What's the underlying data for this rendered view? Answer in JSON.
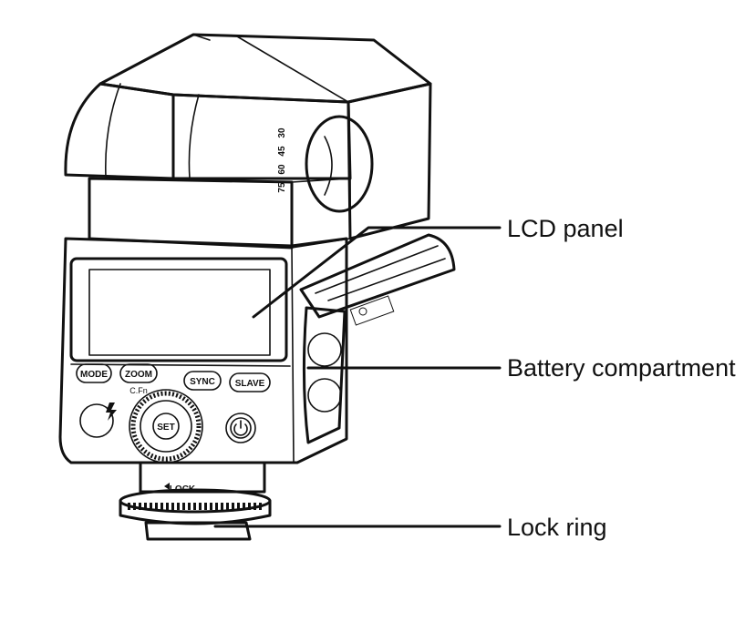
{
  "callouts": {
    "lcd_panel": "LCD panel",
    "battery_compartment": "Battery compartment",
    "lock_ring": "Lock ring"
  },
  "buttons": {
    "mode": "MODE",
    "zoom": "ZOOM",
    "cfn": "C.Fn",
    "sync": "SYNC",
    "slave": "SLAVE",
    "set": "SET"
  },
  "foot": {
    "lock": "LOCK"
  },
  "zoom_scale": [
    "30",
    "45",
    "60",
    "75"
  ],
  "colors": {
    "line": "#111111",
    "background": "#ffffff"
  }
}
